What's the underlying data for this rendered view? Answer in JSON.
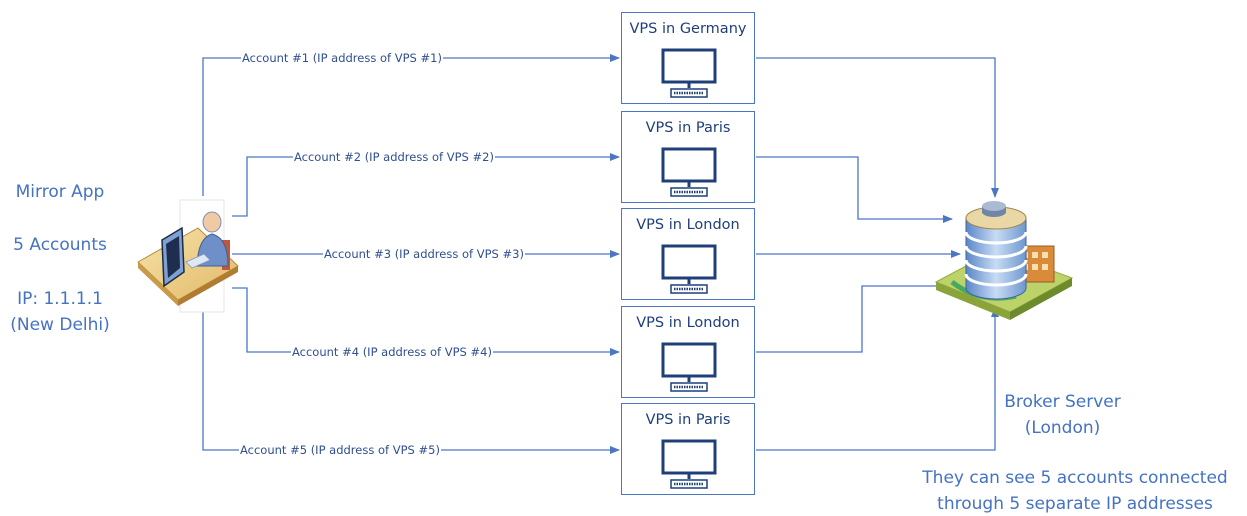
{
  "client": {
    "app_label": "Mirror App",
    "accounts_label": "5 Accounts",
    "ip_label": "IP: 1.1.1.1",
    "city_label": "(New Delhi)",
    "icon": "user-at-computer-icon"
  },
  "vps_nodes": [
    {
      "title": "VPS in Germany",
      "icon": "monitor-icon"
    },
    {
      "title": "VPS in Paris",
      "icon": "monitor-icon"
    },
    {
      "title": "VPS in London",
      "icon": "monitor-icon"
    },
    {
      "title": "VPS in London",
      "icon": "monitor-icon"
    },
    {
      "title": "VPS in Paris",
      "icon": "monitor-icon"
    }
  ],
  "connections": [
    {
      "label": "Account #1 (IP address of VPS #1)"
    },
    {
      "label": "Account #2 (IP address of VPS #2)"
    },
    {
      "label": "Account #3 (IP address of VPS #3)"
    },
    {
      "label": "Account #4 (IP address of VPS #4)"
    },
    {
      "label": "Account #5 (IP address of VPS #5)"
    }
  ],
  "broker": {
    "name": "Broker Server",
    "location": "(London)",
    "note_line1": "They can see 5 accounts connected",
    "note_line2": "through 5 separate IP addresses",
    "icon": "office-building-icon"
  },
  "colors": {
    "accent_text": "#4472c4",
    "line": "#4a76c4",
    "box_border": "#4a76c4",
    "vps_title": "#1f3f7a"
  }
}
